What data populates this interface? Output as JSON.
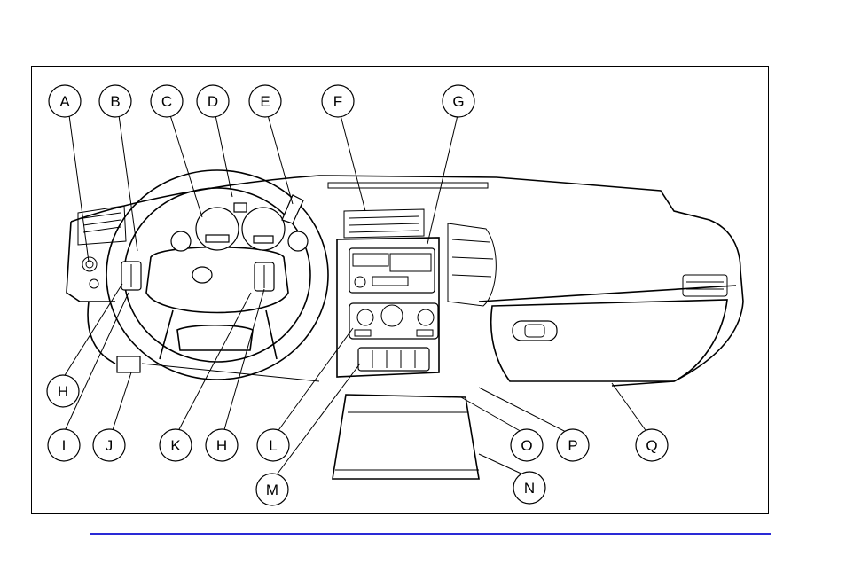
{
  "callouts": [
    {
      "id": "A",
      "label": "A"
    },
    {
      "id": "B",
      "label": "B"
    },
    {
      "id": "C",
      "label": "C"
    },
    {
      "id": "D",
      "label": "D"
    },
    {
      "id": "E",
      "label": "E"
    },
    {
      "id": "F",
      "label": "F"
    },
    {
      "id": "G",
      "label": "G"
    },
    {
      "id": "H1",
      "label": "H"
    },
    {
      "id": "I",
      "label": "I"
    },
    {
      "id": "J",
      "label": "J"
    },
    {
      "id": "K",
      "label": "K"
    },
    {
      "id": "H2",
      "label": "H"
    },
    {
      "id": "L",
      "label": "L"
    },
    {
      "id": "M",
      "label": "M"
    },
    {
      "id": "O",
      "label": "O"
    },
    {
      "id": "P",
      "label": "P"
    },
    {
      "id": "Q",
      "label": "Q"
    },
    {
      "id": "N",
      "label": "N"
    }
  ],
  "colors": {
    "frame": "#000000",
    "footer_rule": "#2a2ad6"
  }
}
